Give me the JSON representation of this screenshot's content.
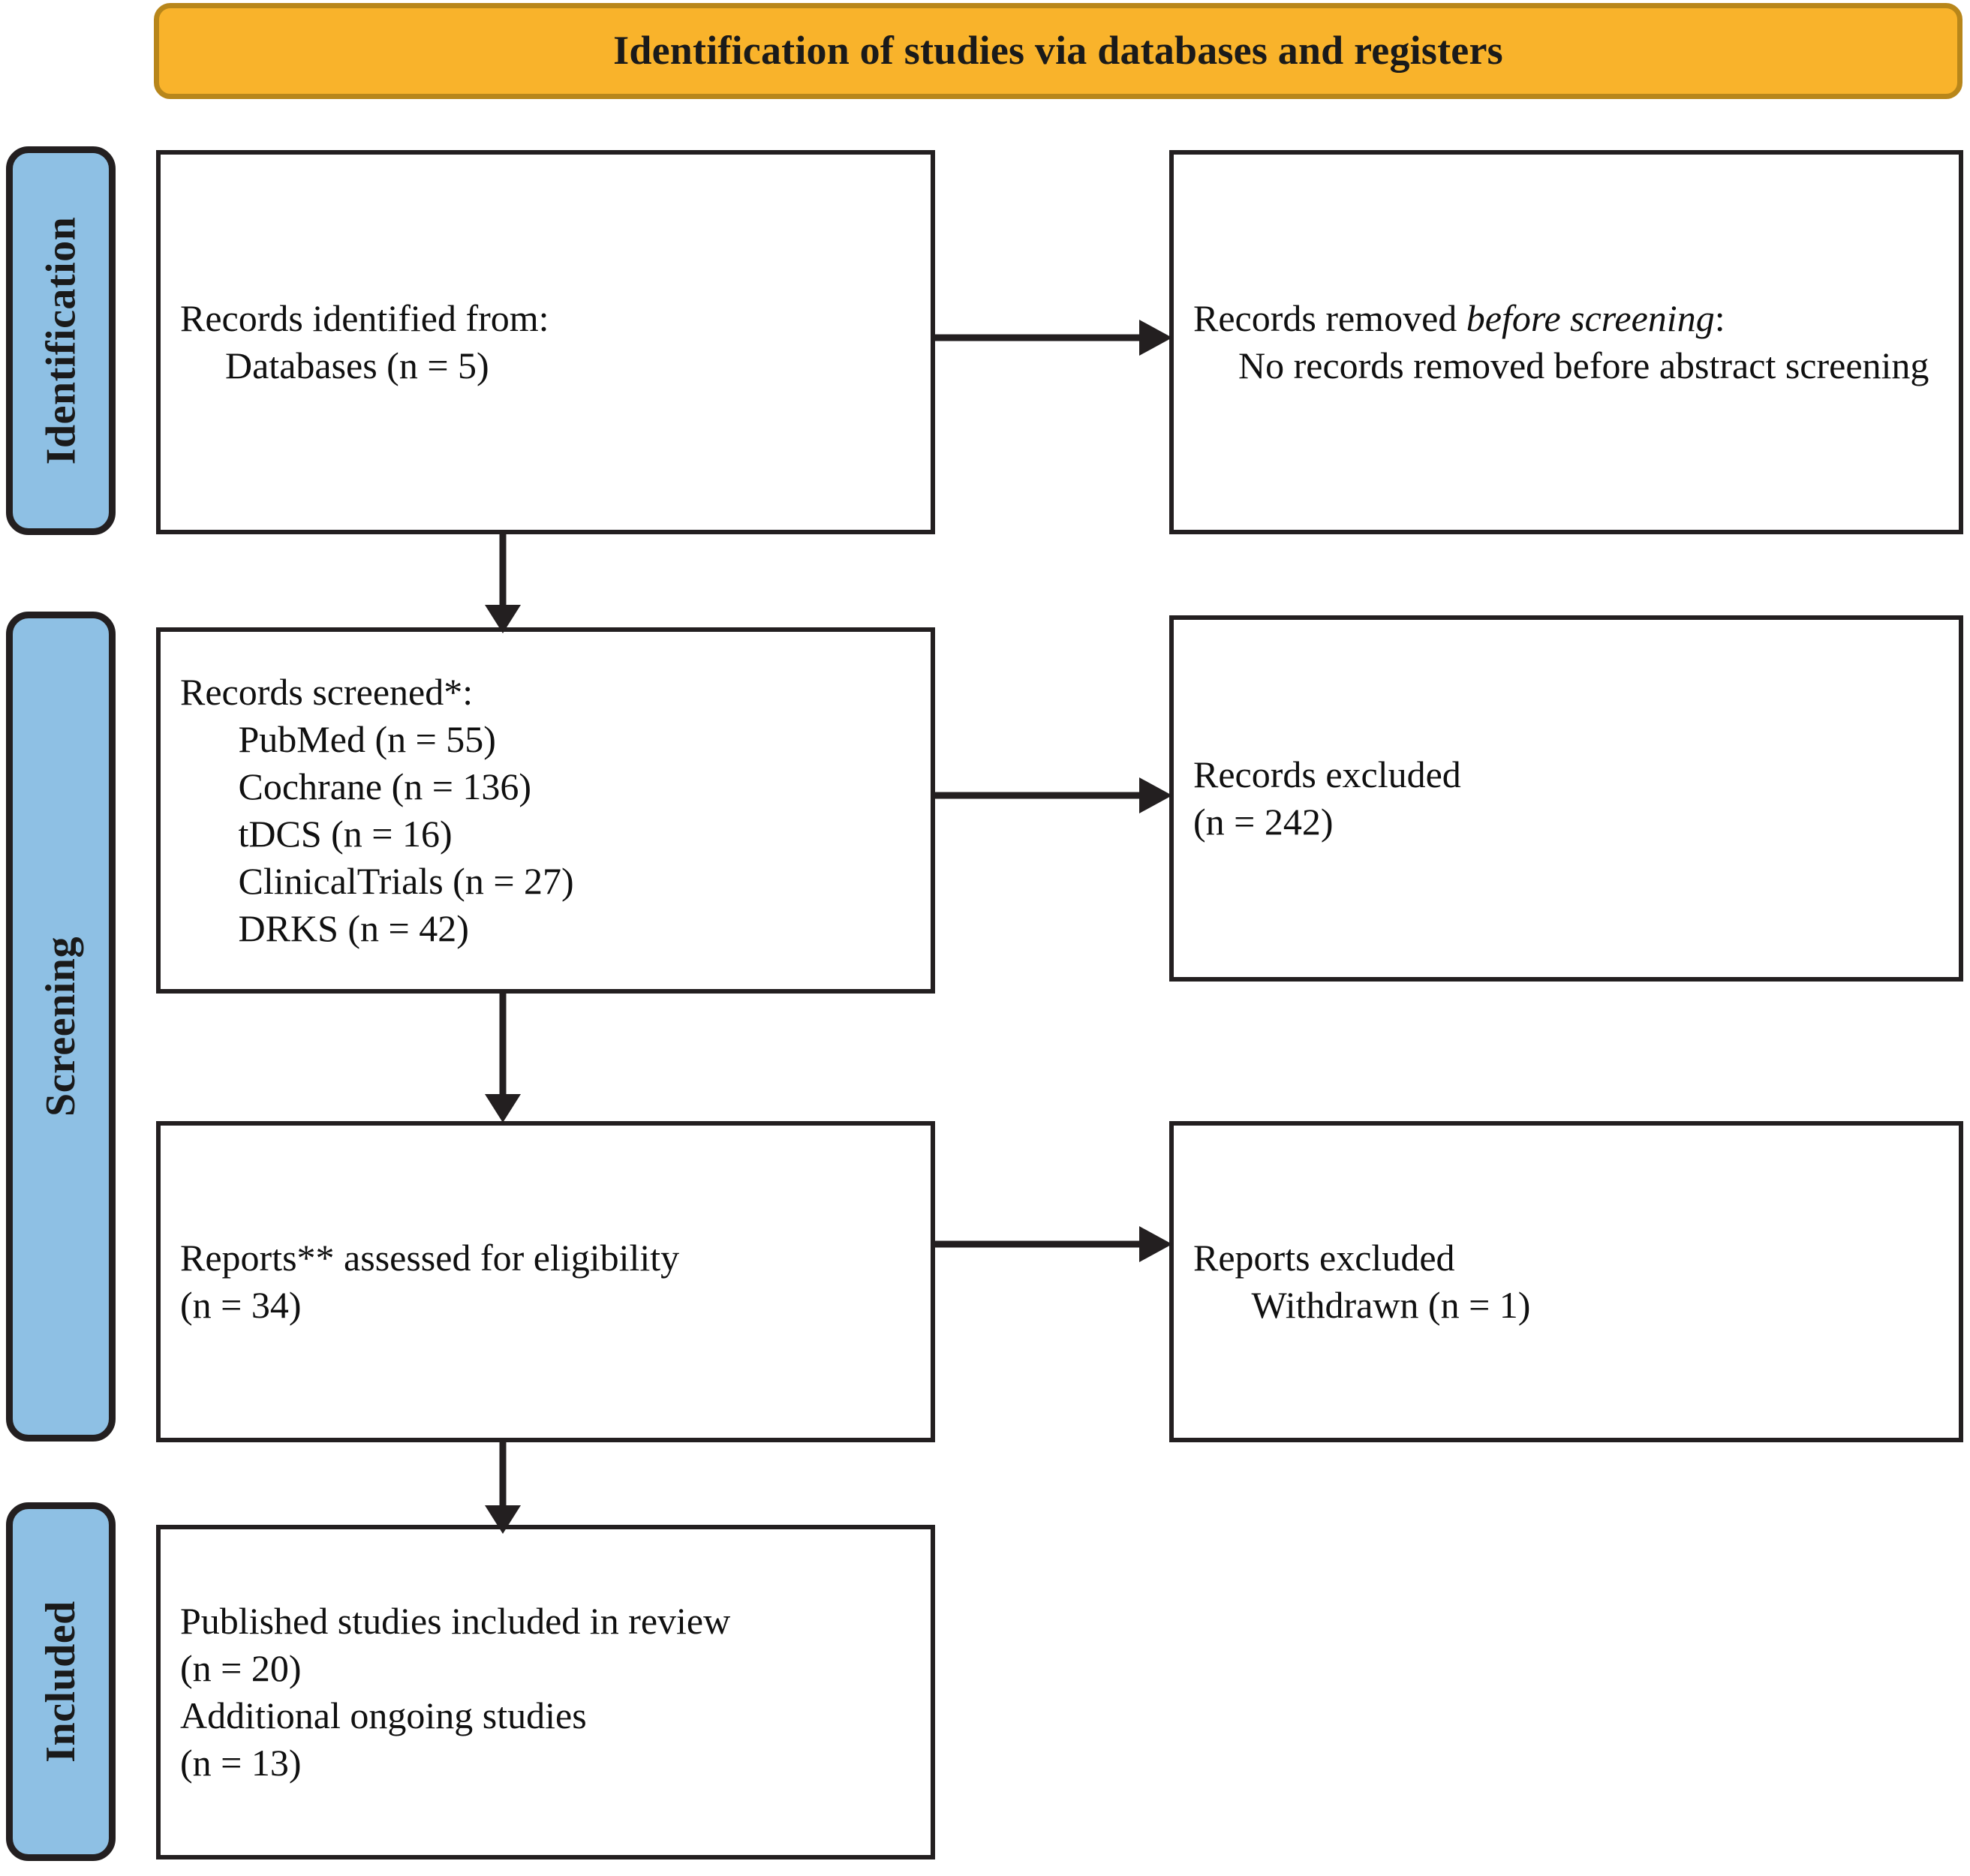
{
  "banner": {
    "title": "Identification of studies via databases and registers",
    "fill": "#F9B32B",
    "border": "#B8861A"
  },
  "stages": [
    {
      "id": "identification",
      "label": "Identification",
      "fill": "#8EC0E4"
    },
    {
      "id": "screening",
      "label": "Screening",
      "fill": "#8EC0E4"
    },
    {
      "id": "included",
      "label": "Included",
      "fill": "#8EC0E4"
    }
  ],
  "boxes": {
    "identified": {
      "heading": "Records identified from:",
      "items": [
        "Databases (n = 5)"
      ]
    },
    "removed": {
      "heading_prefix": "Records removed ",
      "heading_italic": "before screening",
      "heading_suffix": ":",
      "body": "No records removed before abstract screening"
    },
    "screened": {
      "heading": "Records screened*:",
      "items": [
        "PubMed (n = 55)",
        "Cochrane (n = 136)",
        "tDCS (n = 16)",
        "ClinicalTrials (n = 27)",
        "DRKS (n = 42)"
      ]
    },
    "records_excluded": {
      "heading": "Records excluded",
      "count": "(n = 242)"
    },
    "eligibility": {
      "heading": "Reports** assessed for eligibility",
      "count": "(n = 34)"
    },
    "reports_excluded": {
      "heading": "Reports excluded",
      "item": "Withdrawn (n = 1)"
    },
    "included": {
      "line1": "Published studies included in review",
      "count1": "(n = 20)",
      "line2": "Additional ongoing studies",
      "count2": "(n = 13)"
    }
  },
  "connectors": [
    {
      "name": "identified-to-removed",
      "kind": "horizontal-arrow"
    },
    {
      "name": "identified-to-screened",
      "kind": "vertical-arrow"
    },
    {
      "name": "screened-to-excluded",
      "kind": "horizontal-arrow"
    },
    {
      "name": "screened-to-eligibility",
      "kind": "vertical-arrow"
    },
    {
      "name": "eligibility-to-excluded",
      "kind": "horizontal-arrow"
    },
    {
      "name": "eligibility-to-included",
      "kind": "vertical-arrow"
    }
  ],
  "colors": {
    "stroke": "#231f20",
    "box_fill": "#ffffff",
    "stage_fill": "#8EC0E4",
    "banner_fill": "#F9B32B"
  }
}
